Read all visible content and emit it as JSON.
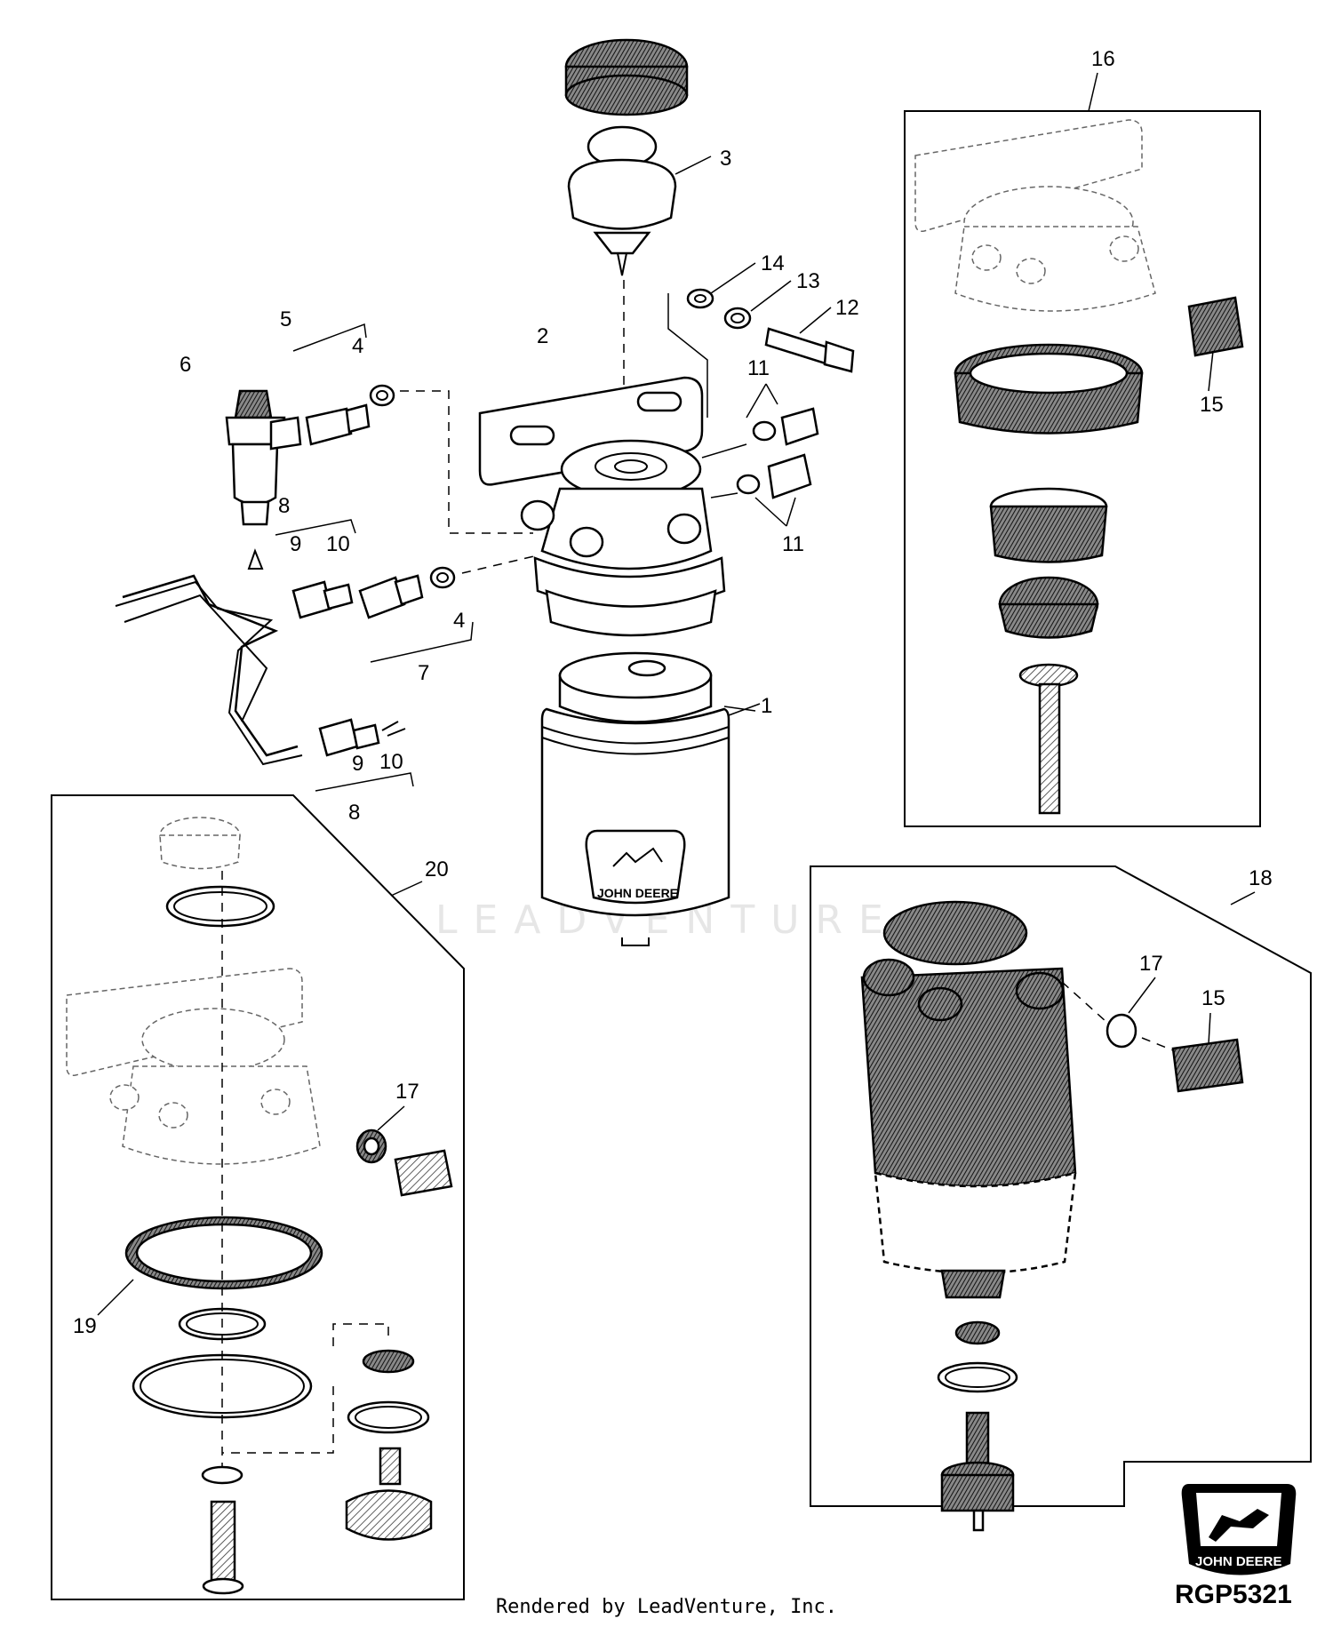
{
  "diagram": {
    "callouts": {
      "c1": "1",
      "c2": "2",
      "c3": "3",
      "c4a": "4",
      "c4b": "4",
      "c5": "5",
      "c6": "6",
      "c7": "7",
      "c8a": "8",
      "c8b": "8",
      "c9a": "9",
      "c9b": "9",
      "c10a": "10",
      "c10b": "10",
      "c11a": "11",
      "c11b": "11",
      "c12": "12",
      "c13": "13",
      "c14": "14",
      "c15a": "15",
      "c15b": "15",
      "c16": "16",
      "c17a": "17",
      "c17b": "17",
      "c18": "18",
      "c19": "19",
      "c20": "20"
    },
    "filter_brand": "JOHN DEERE",
    "logo_brand": "JOHN DEERE",
    "watermark": "LEADVENTURE",
    "reference_code": "RGP5321",
    "footer_text": "Rendered by LeadVenture, Inc."
  }
}
